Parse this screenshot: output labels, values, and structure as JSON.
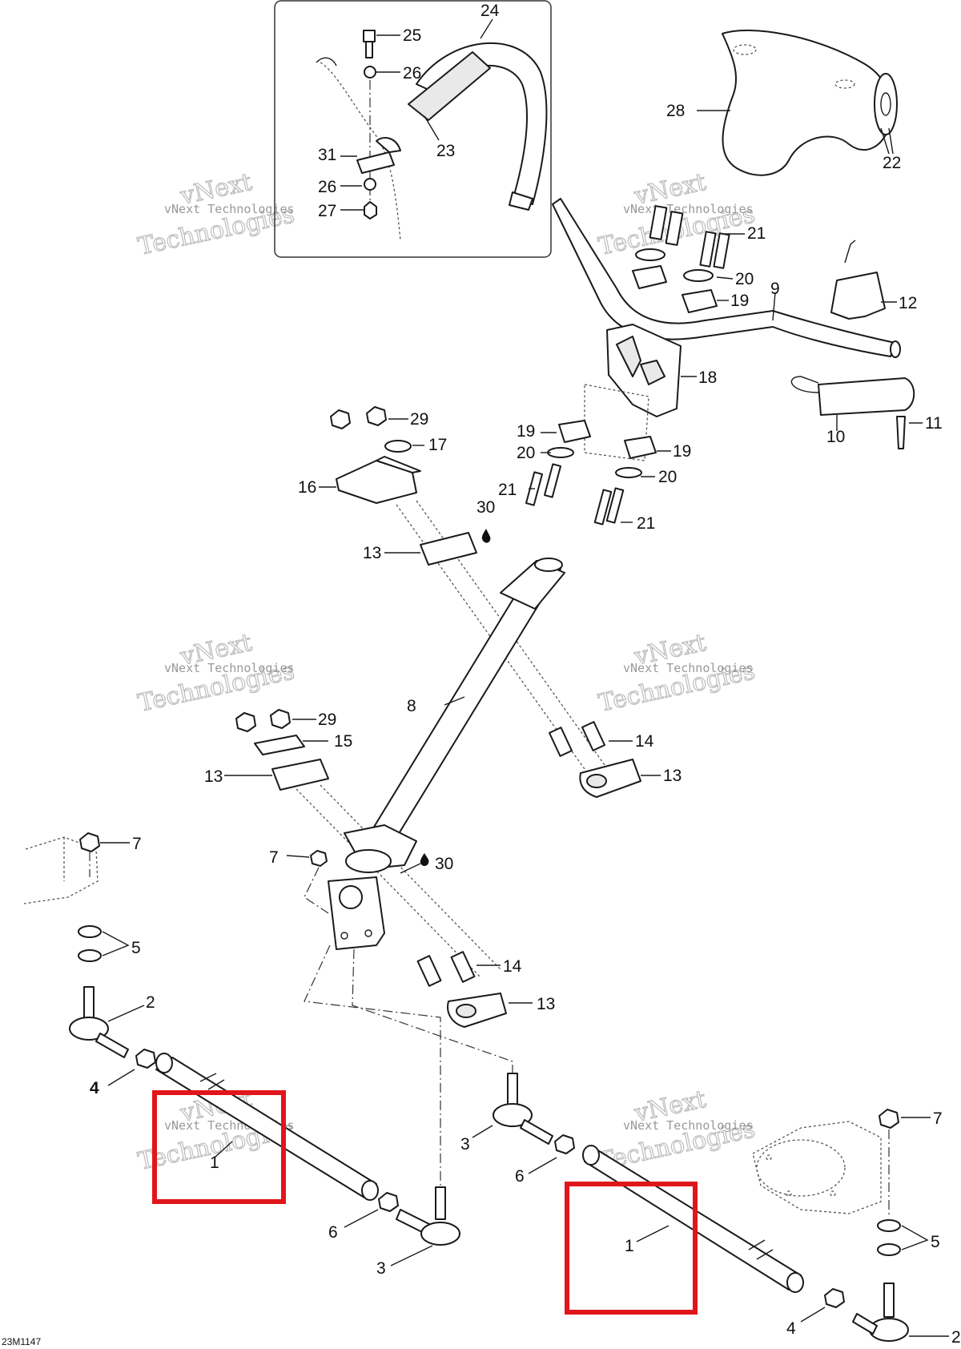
{
  "diagram_code": "23M1147",
  "watermark": {
    "line1": "vNext Technologies",
    "line2": "vNext",
    "line3": "Technologies"
  },
  "callouts": [
    {
      "id": "c25",
      "text": "25"
    },
    {
      "id": "c24",
      "text": "24"
    },
    {
      "id": "c26a",
      "text": "26"
    },
    {
      "id": "c23",
      "text": "23"
    },
    {
      "id": "c31",
      "text": "31"
    },
    {
      "id": "c26b",
      "text": "26"
    },
    {
      "id": "c27",
      "text": "27"
    },
    {
      "id": "c28",
      "text": "28"
    },
    {
      "id": "c22",
      "text": "22"
    },
    {
      "id": "c21a",
      "text": "21"
    },
    {
      "id": "c20a",
      "text": "20"
    },
    {
      "id": "c19a",
      "text": "19"
    },
    {
      "id": "c9",
      "text": "9"
    },
    {
      "id": "c12",
      "text": "12"
    },
    {
      "id": "c18",
      "text": "18"
    },
    {
      "id": "c29a",
      "text": "29"
    },
    {
      "id": "c17",
      "text": "17"
    },
    {
      "id": "c19b",
      "text": "19"
    },
    {
      "id": "c19c",
      "text": "19"
    },
    {
      "id": "c20b",
      "text": "20"
    },
    {
      "id": "c20c",
      "text": "20"
    },
    {
      "id": "c21b",
      "text": "21"
    },
    {
      "id": "c21c",
      "text": "21"
    },
    {
      "id": "c16",
      "text": "16"
    },
    {
      "id": "c30a",
      "text": "30"
    },
    {
      "id": "c10",
      "text": "10"
    },
    {
      "id": "c11",
      "text": "11"
    },
    {
      "id": "c13a",
      "text": "13"
    },
    {
      "id": "c8",
      "text": "8"
    },
    {
      "id": "c29b",
      "text": "29"
    },
    {
      "id": "c15",
      "text": "15"
    },
    {
      "id": "c14a",
      "text": "14"
    },
    {
      "id": "c13b",
      "text": "13"
    },
    {
      "id": "c13c",
      "text": "13"
    },
    {
      "id": "c7a",
      "text": "7"
    },
    {
      "id": "c7b",
      "text": "7"
    },
    {
      "id": "c30b",
      "text": "30"
    },
    {
      "id": "c5a",
      "text": "5"
    },
    {
      "id": "c14b",
      "text": "14"
    },
    {
      "id": "c13d",
      "text": "13"
    },
    {
      "id": "c2a",
      "text": "2"
    },
    {
      "id": "c4a",
      "text": "4"
    },
    {
      "id": "c3a",
      "text": "3"
    },
    {
      "id": "c6a",
      "text": "6"
    },
    {
      "id": "c1a",
      "text": "1"
    },
    {
      "id": "c6b",
      "text": "6"
    },
    {
      "id": "c3b",
      "text": "3"
    },
    {
      "id": "c7c",
      "text": "7"
    },
    {
      "id": "c5b",
      "text": "5"
    },
    {
      "id": "c1b",
      "text": "1"
    },
    {
      "id": "c4b",
      "text": "4"
    },
    {
      "id": "c2b",
      "text": "2"
    }
  ],
  "highlight_color": "#e0161b"
}
